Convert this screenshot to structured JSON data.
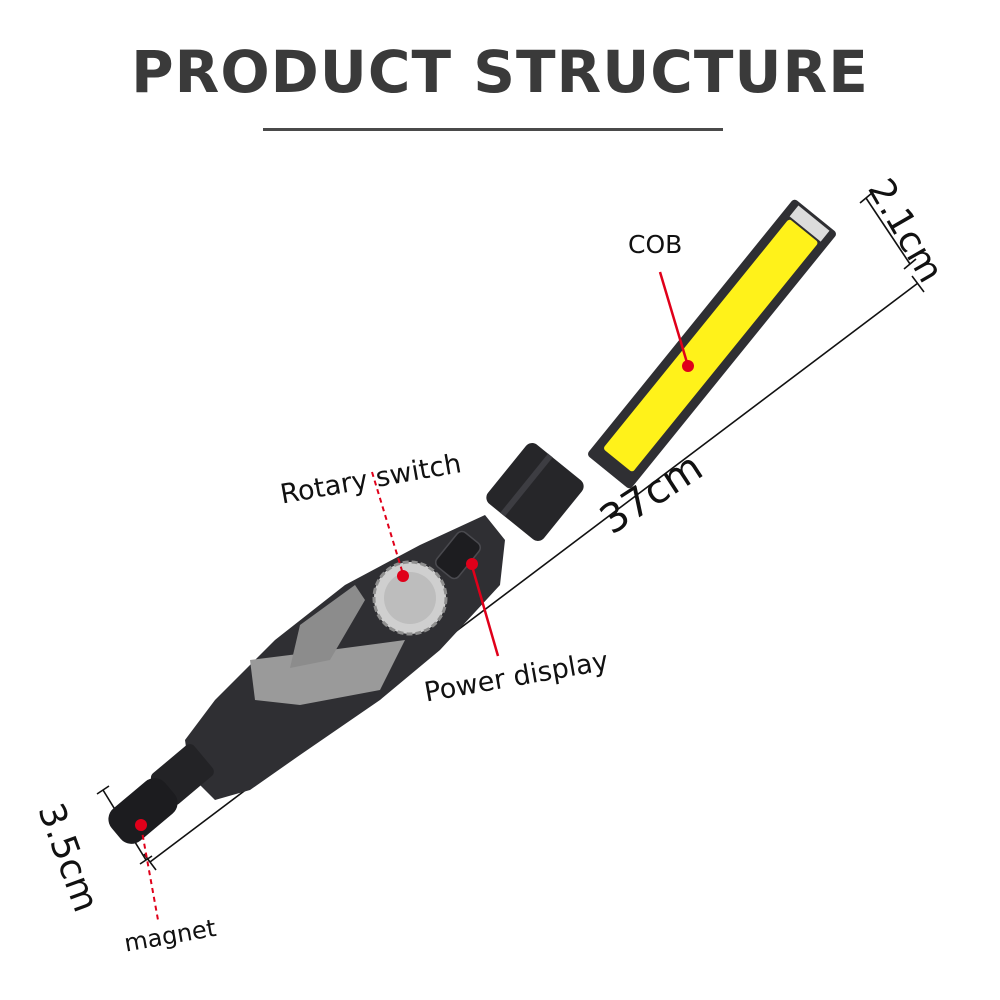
{
  "heading": {
    "title": "PRODUCT STRUCTURE"
  },
  "labels": {
    "cob": "COB",
    "rotary_switch": "Rotary switch",
    "power_display": "Power display",
    "magnet": "magnet"
  },
  "dimensions": {
    "length": "37cm",
    "head_width": "2.1cm",
    "base_diameter": "3.5cm"
  },
  "colors": {
    "cob_led": "#fff21a",
    "body": "#2f2f33",
    "grip_accent": "#9a9a9a",
    "pointer": "#e0001a"
  }
}
